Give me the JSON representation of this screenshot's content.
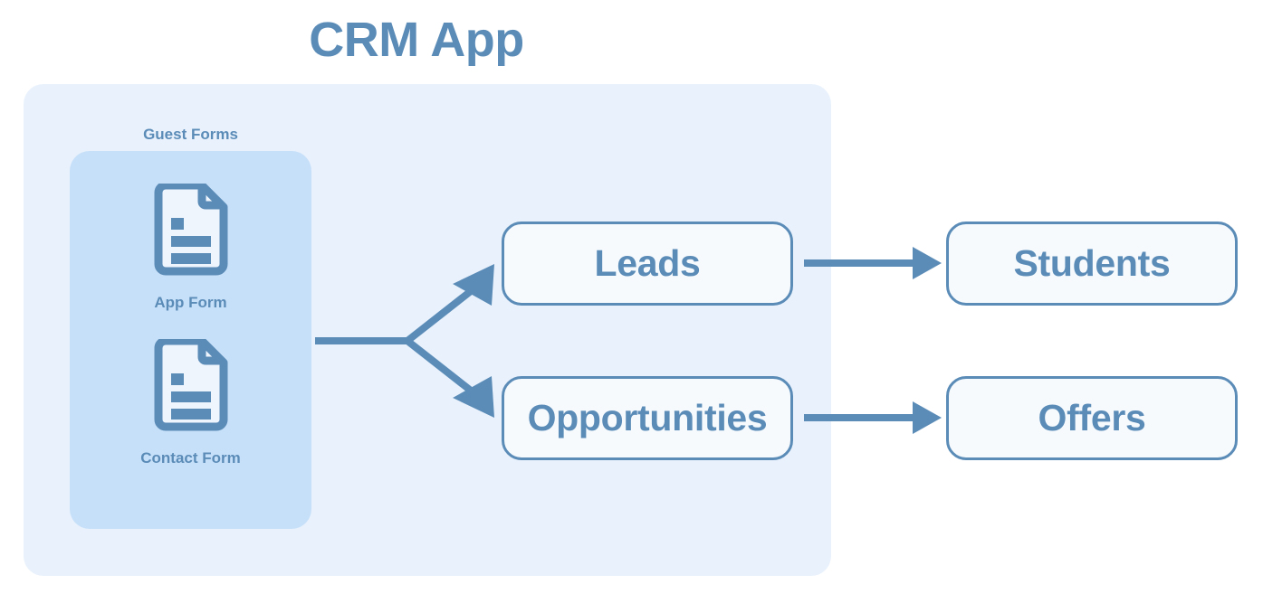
{
  "page": {
    "title": "CRM App",
    "background": "#ffffff"
  },
  "colors": {
    "accent": "#5b8cb8",
    "panel_outer": "#e9f2fc",
    "panel_inner": "#c7e0f9",
    "box_fill": "#f6fafd",
    "box_border": "#5b8cb8",
    "arrow": "#5b8cb8"
  },
  "guest_forms": {
    "label": "Guest Forms",
    "items": [
      {
        "icon": "document-icon",
        "label": "App Form"
      },
      {
        "icon": "document-icon",
        "label": "Contact Form"
      }
    ]
  },
  "entities": [
    {
      "id": "leads",
      "label": "Leads"
    },
    {
      "id": "opportunities",
      "label": "Opportunities"
    },
    {
      "id": "students",
      "label": "Students"
    },
    {
      "id": "offers",
      "label": "Offers"
    }
  ],
  "connections": [
    {
      "from": "guest-forms",
      "to": "leads",
      "style": "branch-arrow-up"
    },
    {
      "from": "guest-forms",
      "to": "opportunities",
      "style": "branch-arrow-down"
    },
    {
      "from": "leads",
      "to": "students",
      "style": "straight-arrow"
    },
    {
      "from": "opportunities",
      "to": "offers",
      "style": "straight-arrow"
    }
  ]
}
